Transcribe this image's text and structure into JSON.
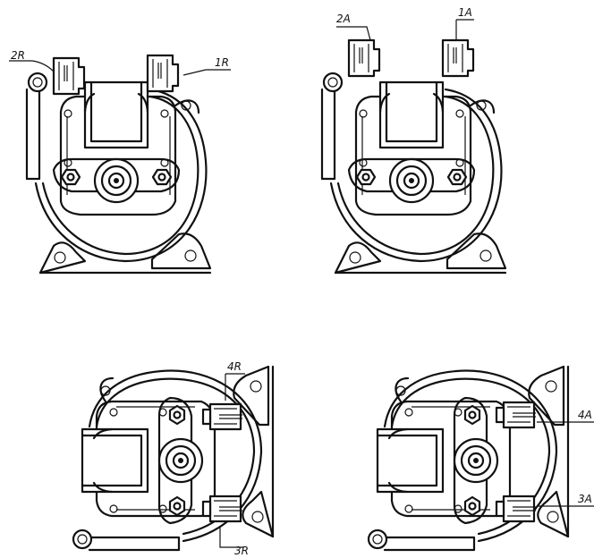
{
  "figure": {
    "views": [
      {
        "id": "view-top-left",
        "connector_labels": [
          "2R",
          "1R"
        ]
      },
      {
        "id": "view-top-right",
        "connector_labels": [
          "2A",
          "1A"
        ]
      },
      {
        "id": "view-bottom-left",
        "connector_labels": [
          "4R",
          "3R"
        ]
      },
      {
        "id": "view-bottom-right",
        "connector_labels": [
          "4A",
          "3A"
        ]
      }
    ],
    "labels": {
      "r2": "2R",
      "r1": "1R",
      "a2": "2A",
      "a1": "1A",
      "r4": "4R",
      "r3": "3R",
      "a4": "4A",
      "a3": "3A"
    }
  }
}
